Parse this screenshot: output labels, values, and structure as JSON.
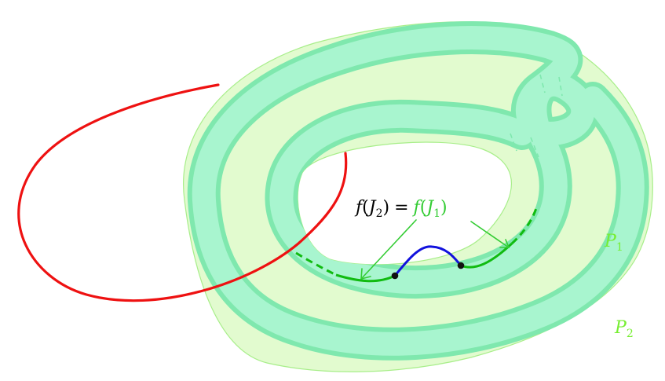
{
  "labels": {
    "eq_lhs_f": "f",
    "eq_lhs_open": "(",
    "eq_lhs_J": "J",
    "eq_lhs_sub": "2",
    "eq_lhs_close": ")",
    "eq_equals": "=",
    "eq_rhs_f": "f",
    "eq_rhs_open": "(",
    "eq_rhs_J": "J",
    "eq_rhs_sub": "1",
    "eq_rhs_close": ")",
    "p1_letter": "P",
    "p1_sub": "1",
    "p2_letter": "P",
    "p2_sub": "2"
  },
  "colors": {
    "outer_region": "#e2fbcf",
    "outer_region_stroke": "#a8ee8a",
    "band_fill": "#a8f5cf",
    "band_edge": "#7fe8ae",
    "red_curve": "#ee1111",
    "blue_arc": "#1111dd",
    "green_curve": "#11bb11",
    "label_green": "#33cc33",
    "label_p": "#77ee33",
    "dot": "#111111"
  }
}
